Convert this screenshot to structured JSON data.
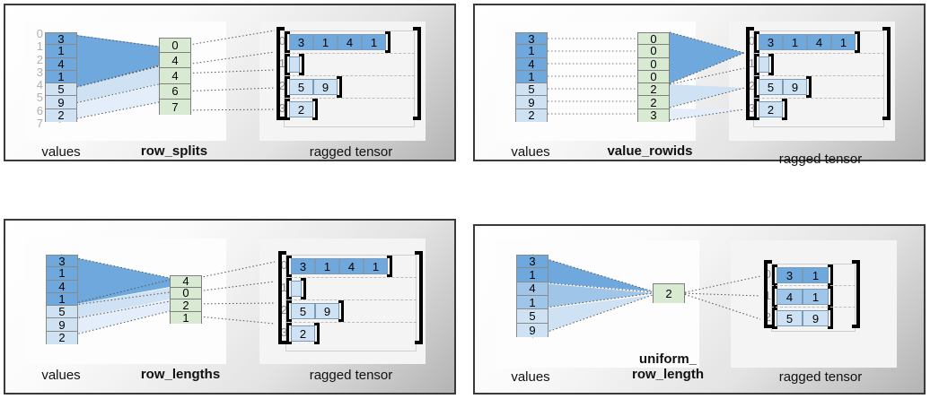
{
  "colors": {
    "blue_dark": "#6fa8dc",
    "blue_mid": "#9fc5e8",
    "blue_light": "#cfe2f3",
    "green": "#d9ead3",
    "frame_border": "#3a3a3a",
    "index_label": "#b0b0b0",
    "row_index_label": "#8c8c8c",
    "bracket": "#000000",
    "separator": "#bdbdbd"
  },
  "panels": [
    {
      "id": "row_splits",
      "values_label": "values",
      "encoding_label": "row_splits",
      "tensor_label": "ragged tensor",
      "values": [
        {
          "v": "3",
          "shade": "dark"
        },
        {
          "v": "1",
          "shade": "dark"
        },
        {
          "v": "4",
          "shade": "dark"
        },
        {
          "v": "1",
          "shade": "dark"
        },
        {
          "v": "5",
          "shade": "light"
        },
        {
          "v": "9",
          "shade": "light"
        },
        {
          "v": "2",
          "shade": "light"
        }
      ],
      "value_indices": [
        "0",
        "1",
        "2",
        "3",
        "4",
        "5",
        "6",
        "7"
      ],
      "encoding": [
        "0",
        "4",
        "4",
        "6",
        "7"
      ],
      "tensor_row_indices": [
        "0",
        "1",
        "2",
        "3"
      ],
      "tensor_rows": [
        {
          "cells": [
            "3",
            "1",
            "4",
            "1"
          ],
          "shade": "dark"
        },
        {
          "cells": [],
          "shade": "light"
        },
        {
          "cells": [
            "5",
            "9"
          ],
          "shade": "light"
        },
        {
          "cells": [
            "2"
          ],
          "shade": "light"
        }
      ]
    },
    {
      "id": "value_rowids",
      "values_label": "values",
      "encoding_label": "value_rowids",
      "tensor_label": "ragged tensor",
      "values": [
        {
          "v": "3",
          "shade": "dark"
        },
        {
          "v": "1",
          "shade": "dark"
        },
        {
          "v": "4",
          "shade": "dark"
        },
        {
          "v": "1",
          "shade": "dark"
        },
        {
          "v": "5",
          "shade": "light"
        },
        {
          "v": "9",
          "shade": "light"
        },
        {
          "v": "2",
          "shade": "light"
        }
      ],
      "value_indices": [],
      "encoding": [
        "0",
        "0",
        "0",
        "0",
        "2",
        "2",
        "3"
      ],
      "tensor_row_indices": [
        "0",
        "1",
        "2",
        "3"
      ],
      "tensor_rows": [
        {
          "cells": [
            "3",
            "1",
            "4",
            "1"
          ],
          "shade": "dark"
        },
        {
          "cells": [],
          "shade": "light"
        },
        {
          "cells": [
            "5",
            "9"
          ],
          "shade": "light"
        },
        {
          "cells": [
            "2"
          ],
          "shade": "light"
        }
      ]
    },
    {
      "id": "row_lengths",
      "values_label": "values",
      "encoding_label": "row_lengths",
      "tensor_label": "ragged tensor",
      "values": [
        {
          "v": "3",
          "shade": "dark"
        },
        {
          "v": "1",
          "shade": "dark"
        },
        {
          "v": "4",
          "shade": "dark"
        },
        {
          "v": "1",
          "shade": "dark"
        },
        {
          "v": "5",
          "shade": "light"
        },
        {
          "v": "9",
          "shade": "light"
        },
        {
          "v": "2",
          "shade": "light"
        }
      ],
      "value_indices": [],
      "encoding": [
        "4",
        "0",
        "2",
        "1"
      ],
      "tensor_row_indices": [
        "0",
        "1",
        "2",
        "3"
      ],
      "tensor_rows": [
        {
          "cells": [
            "3",
            "1",
            "4",
            "1"
          ],
          "shade": "dark"
        },
        {
          "cells": [],
          "shade": "light"
        },
        {
          "cells": [
            "5",
            "9"
          ],
          "shade": "light"
        },
        {
          "cells": [
            "2"
          ],
          "shade": "light"
        }
      ]
    },
    {
      "id": "uniform_row_length",
      "values_label": "values",
      "encoding_label": "uniform_\nrow_length",
      "encoding_label_line1": "uniform_",
      "encoding_label_line2": "row_length",
      "tensor_label": "ragged tensor",
      "values": [
        {
          "v": "3",
          "shade": "dark"
        },
        {
          "v": "1",
          "shade": "dark"
        },
        {
          "v": "4",
          "shade": "mid"
        },
        {
          "v": "1",
          "shade": "mid"
        },
        {
          "v": "5",
          "shade": "light"
        },
        {
          "v": "9",
          "shade": "light"
        }
      ],
      "value_indices": [],
      "encoding": [
        "2"
      ],
      "tensor_row_indices": [
        "0",
        "1",
        "2"
      ],
      "tensor_rows": [
        {
          "cells": [
            "3",
            "1"
          ],
          "shade": "dark"
        },
        {
          "cells": [
            "4",
            "1"
          ],
          "shade": "mid"
        },
        {
          "cells": [
            "5",
            "9"
          ],
          "shade": "light"
        }
      ]
    }
  ]
}
